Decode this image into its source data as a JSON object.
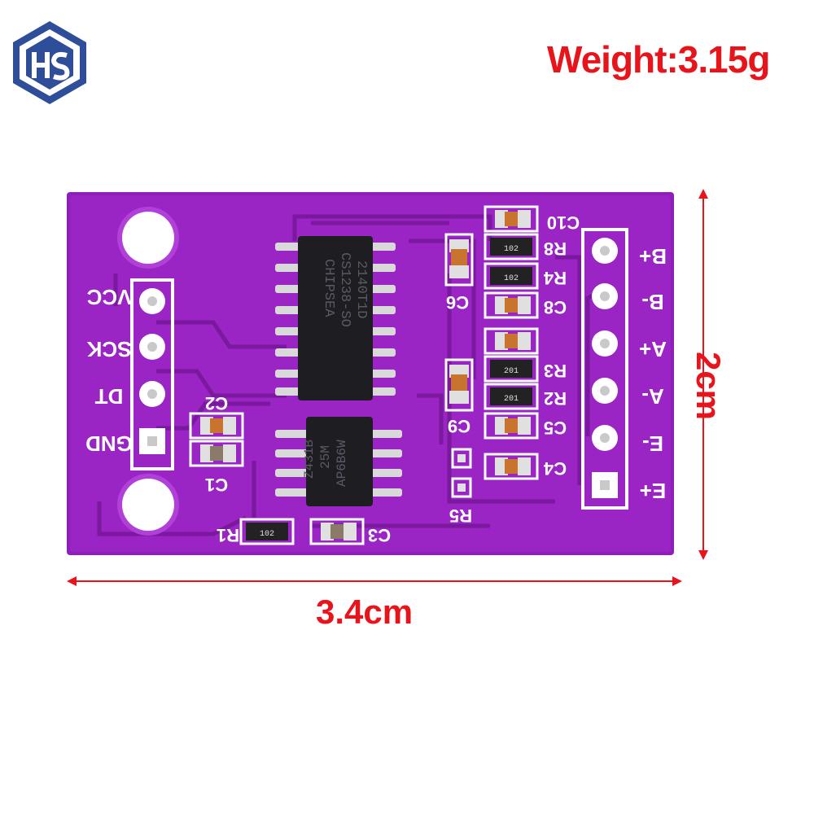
{
  "logo": {
    "icon": "hs-brand-logo"
  },
  "weight": {
    "text": "Weight:3.15g"
  },
  "dimensions": {
    "width": "3.4cm",
    "height": "2cm"
  },
  "board": {
    "color": "#8f1fb8",
    "left_pins": [
      "VCC",
      "SCK",
      "DT",
      "GND"
    ],
    "right_pins": [
      "B+",
      "B-",
      "A+",
      "A-",
      "E-",
      "E+"
    ],
    "main_chip": {
      "line1": "CHIPSEA",
      "line2": "CS1238-SO",
      "line3": "2140T1D"
    },
    "reg_chip": {
      "line1": "Z431B",
      "line2": "25M",
      "line3": "AP6B6W"
    },
    "labels": {
      "c10": "C10",
      "r8": "R8",
      "r4": "R4",
      "c6": "C6",
      "c8": "C8",
      "r3": "R3",
      "r2": "R2",
      "c5": "C5",
      "c4": "C4",
      "c9": "C9",
      "r5": "R5",
      "c2": "C2",
      "c1": "C1",
      "r1": "R1",
      "c3": "C3"
    },
    "resistor_marks": {
      "r8": "102",
      "r4": "102",
      "r3": "201",
      "r2": "201",
      "r1": "102"
    }
  }
}
